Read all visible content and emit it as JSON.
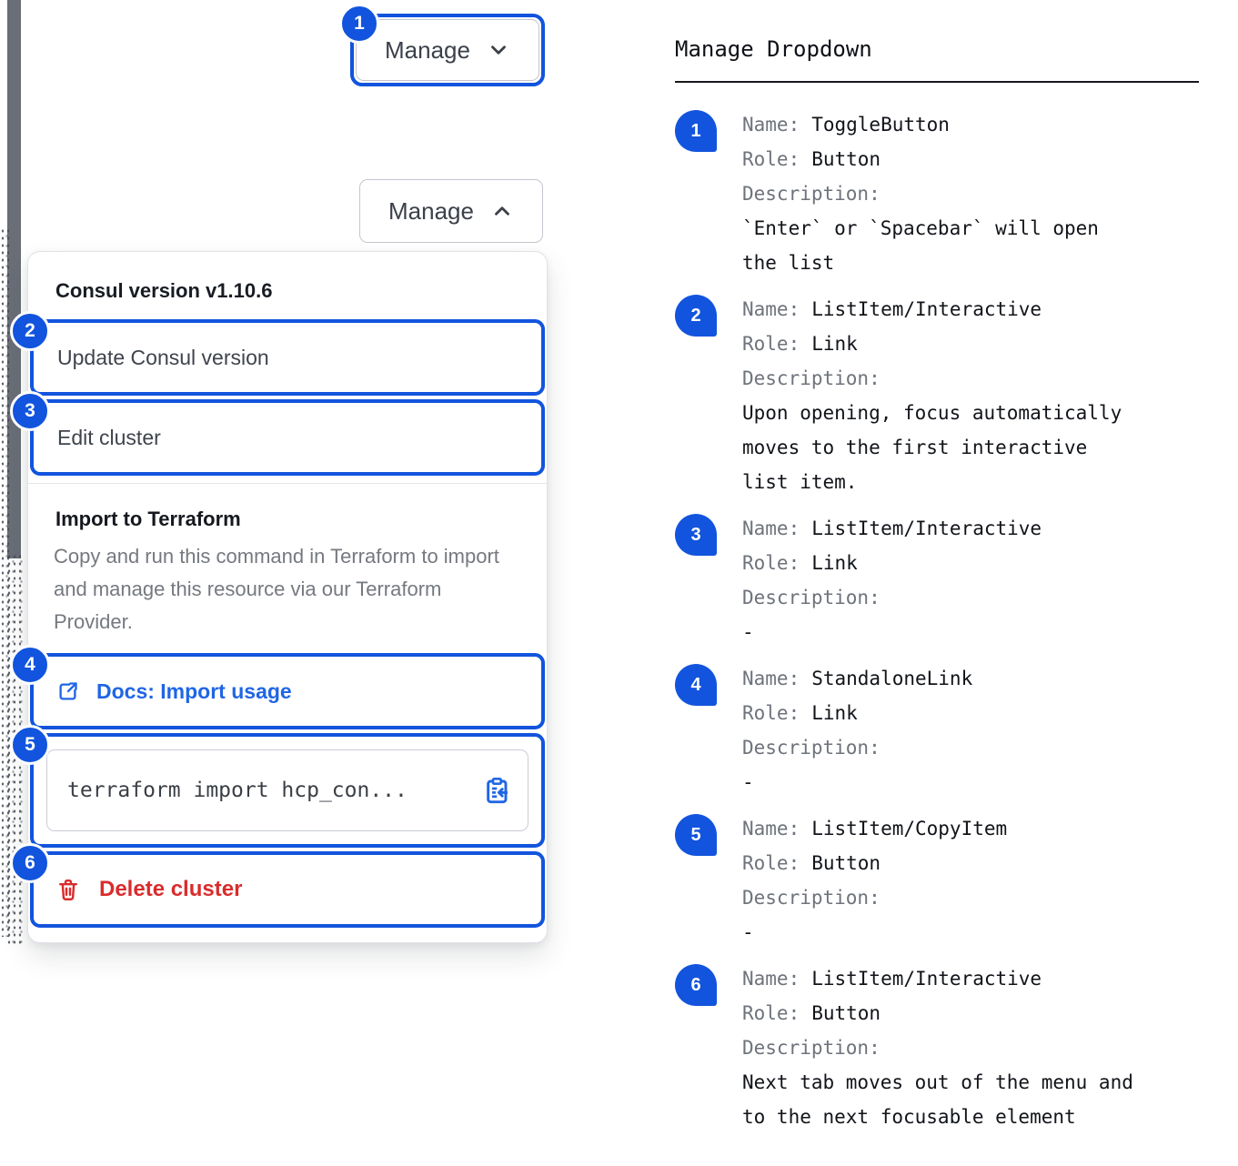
{
  "colors": {
    "accent_blue": "#1254dd",
    "link_blue": "#2066e4",
    "danger_red": "#d92c2c",
    "text_dark": "#3f444d",
    "text_muted": "#75797f"
  },
  "left": {
    "toggle_closed": {
      "badge": "1",
      "label": "Manage"
    },
    "toggle_open": {
      "label": "Manage"
    },
    "dropdown": {
      "version_label": "Consul version v1.10.6",
      "items": [
        {
          "badge": "2",
          "label": "Update Consul version"
        },
        {
          "badge": "3",
          "label": "Edit cluster"
        }
      ],
      "import_section": {
        "title": "Import to Terraform",
        "description": "Copy and run this command in Terraform to import and manage this resource via our Terraform Provider."
      },
      "docs_link": {
        "badge": "4",
        "label": "Docs: Import usage"
      },
      "copy_item": {
        "badge": "5",
        "code": "terraform import hcp_con..."
      },
      "delete_item": {
        "badge": "6",
        "label": "Delete cluster"
      }
    }
  },
  "annotations": {
    "title": "Manage Dropdown",
    "labels": {
      "name": "Name:",
      "role": "Role:",
      "description": "Description:"
    },
    "items": [
      {
        "badge": "1",
        "name": "ToggleButton",
        "role": "Button",
        "description": "`Enter` or `Spacebar` will open the list"
      },
      {
        "badge": "2",
        "name": "ListItem/Interactive",
        "role": "Link",
        "description": "Upon opening, focus automatically moves to the first interactive list item."
      },
      {
        "badge": "3",
        "name": "ListItem/Interactive",
        "role": "Link",
        "description": "-"
      },
      {
        "badge": "4",
        "name": "StandaloneLink",
        "role": "Link",
        "description": "-"
      },
      {
        "badge": "5",
        "name": "ListItem/CopyItem",
        "role": "Button",
        "description": "-"
      },
      {
        "badge": "6",
        "name": "ListItem/Interactive",
        "role": "Button",
        "description": "Next tab moves out of the menu and to the next focusable element"
      }
    ]
  }
}
